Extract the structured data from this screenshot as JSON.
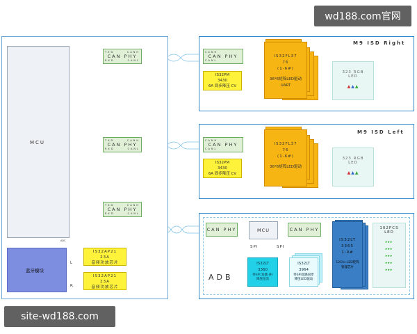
{
  "watermark_top": "wd188.com官网",
  "watermark_bottom": "site-wd188.com",
  "left": {
    "mcu_label": "MCU",
    "can_label": "CAN PHY",
    "pins_left": [
      "TXD",
      "RXD"
    ],
    "pins_right": [
      "CANH",
      "CANL"
    ],
    "adc_label": "ADC",
    "bt_label": "蓝牙模块",
    "ch_l": "L",
    "ch_r": "R",
    "amp_lines": [
      "IS32AP21",
      "23A",
      "音频功放芯片"
    ]
  },
  "right_panel": {
    "title": "M9 ISD Right",
    "can_label": "CAN PHY",
    "pm_lines": [
      "IS32PM",
      "3430",
      "6A 同步降压 CV"
    ],
    "chip_lines": [
      "IS32FL37",
      "76",
      "(1-6#)"
    ],
    "chip_desc": [
      "36*6矩阵LED驱动",
      "UART"
    ],
    "led_lines": [
      "323 RGB",
      "LED"
    ]
  },
  "left_panel": {
    "title": "M9 ISD Left",
    "can_label": "CAN PHY",
    "pm_lines": [
      "IS32PM",
      "3430",
      "6A 同步降压 CV"
    ],
    "chip_lines": [
      "IS32FL37",
      "76",
      "(1-6#)"
    ],
    "chip_desc": [
      "36*6矩阵LED驱动"
    ],
    "led_lines": [
      "323 RGB",
      "LED"
    ]
  },
  "adb": {
    "title": "ADB",
    "mcu_label": "MCU",
    "can_label": "CAN PHY",
    "spi1": "SPI",
    "spi2": "SPI",
    "lt1_lines": [
      "IS32LT",
      "3360",
      "带SPI 双路 开/",
      "降压恒流"
    ],
    "lt2_lines": [
      "IS32LT",
      "3964",
      "带SPI双路同步",
      "降压LED驱动"
    ],
    "matrix_lines": [
      "IS32LT",
      "3365",
      "1-9#",
      "12Chs LED矩阵",
      "管理芯片"
    ],
    "led_lines": [
      "102PCS",
      "LED"
    ]
  },
  "colors": {
    "border_blue": "#2f87c9",
    "can_green": "#dff0d6",
    "chip_orange": "#f7b514",
    "pm_yellow": "#fff23a",
    "led_mint": "#e8f7f4",
    "cyan": "#22d0e8",
    "bt_blue": "#7d8ee0"
  }
}
